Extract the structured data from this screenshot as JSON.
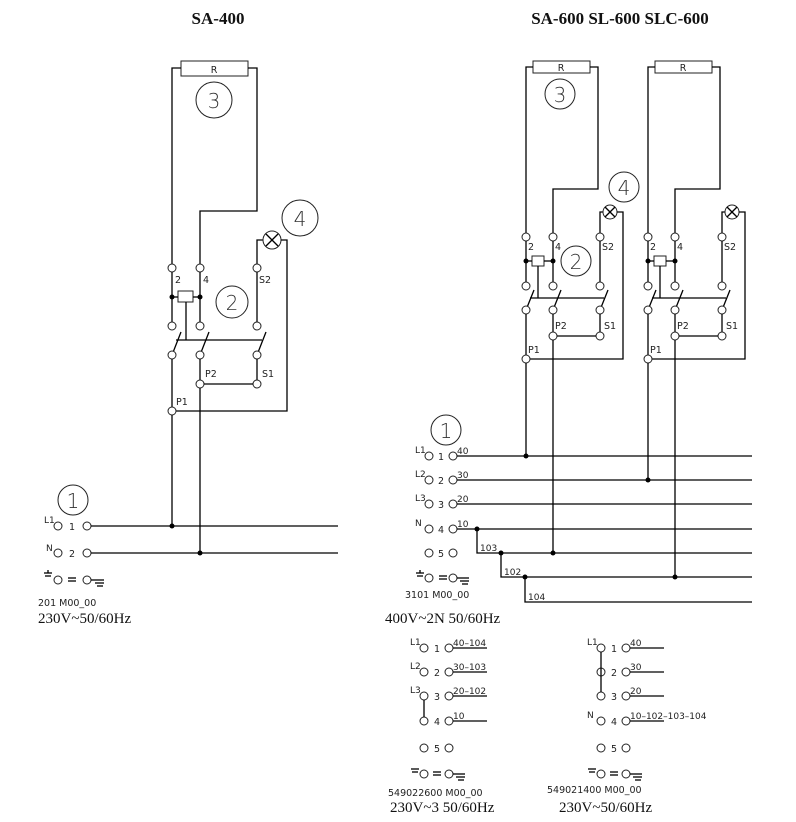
{
  "left": {
    "title": "SA-400",
    "heater_label": "R",
    "callouts": [
      "1",
      "2",
      "3",
      "4"
    ],
    "relay_terminals": [
      "2",
      "4",
      "S2"
    ],
    "switch_labels": [
      "P2",
      "S1",
      "P1"
    ],
    "terminal_block": {
      "rows": [
        {
          "phase": "L1",
          "num": "1"
        },
        {
          "phase": "N",
          "num": "2"
        }
      ],
      "code": "201  M00_00",
      "voltage": "230V~50/60Hz"
    }
  },
  "right": {
    "title": "SA-600 SL-600 SLC-600",
    "heater_label": "R",
    "callouts": [
      "1",
      "2",
      "3",
      "4"
    ],
    "relay_terminals": [
      "2",
      "4",
      "S2"
    ],
    "switch_labels": [
      "P2",
      "S1",
      "P1"
    ],
    "terminal_block": {
      "rows": [
        {
          "phase": "L1",
          "num": "1",
          "wire": "40"
        },
        {
          "phase": "L2",
          "num": "2",
          "wire": "30"
        },
        {
          "phase": "L3",
          "num": "3",
          "wire": "20"
        },
        {
          "phase": "N",
          "num": "4",
          "wire": "10"
        },
        {
          "phase": "",
          "num": "5",
          "wire": ""
        }
      ],
      "bridges": [
        "103",
        "102",
        "104"
      ],
      "code": "3101  M00_00",
      "voltage": "400V~2N 50/60Hz"
    }
  },
  "config_a": {
    "rows": [
      {
        "phase": "L1",
        "num": "1",
        "wire": "40–104"
      },
      {
        "phase": "L2",
        "num": "2",
        "wire": "30–103"
      },
      {
        "phase": "L3",
        "num": "3",
        "wire": "20–102"
      },
      {
        "phase": "",
        "num": "4",
        "wire": "10"
      },
      {
        "phase": "",
        "num": "5",
        "wire": ""
      }
    ],
    "code": "549022600  M00_00",
    "voltage": "230V~3 50/60Hz"
  },
  "config_b": {
    "rows": [
      {
        "phase": "L1",
        "num": "1",
        "wire": "40"
      },
      {
        "phase": "",
        "num": "2",
        "wire": "30"
      },
      {
        "phase": "",
        "num": "3",
        "wire": "20"
      },
      {
        "phase": "N",
        "num": "4",
        "wire": "10–102–103–104"
      },
      {
        "phase": "",
        "num": "5",
        "wire": ""
      }
    ],
    "code": "549021400  M00_00",
    "voltage": "230V~50/60Hz"
  }
}
